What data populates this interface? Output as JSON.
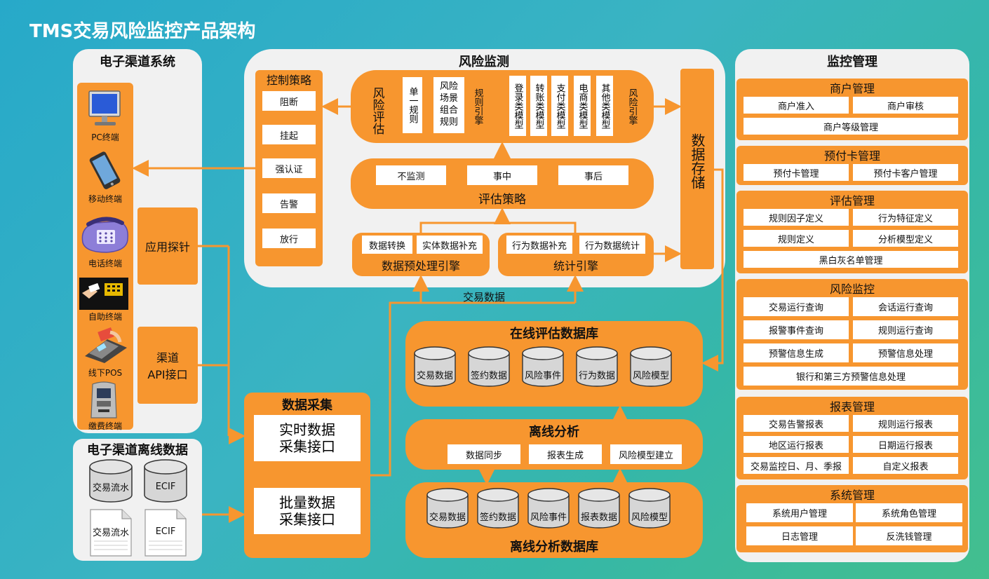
{
  "page": {
    "title": "TMS交易风险监控产品架构"
  },
  "channel": {
    "title": "电子渠道系统",
    "terminals": [
      "PC终端",
      "移动终端",
      "电话终端",
      "自助终端",
      "线下POS",
      "缴费终端"
    ],
    "probe": "应用探针",
    "api_line1": "渠道",
    "api_line2": "API接口"
  },
  "offline_data": {
    "title": "电子渠道离线数据",
    "dbs": [
      "交易流水",
      "ECIF"
    ],
    "files": [
      "交易流水",
      "ECIF"
    ]
  },
  "risk_monitor": {
    "title": "风险监测",
    "control_strategy": {
      "title": "控制策略",
      "items": [
        "阻断",
        "挂起",
        "强认证",
        "告警",
        "放行"
      ]
    },
    "evaluation": "风险评估",
    "rules": [
      "单一规则",
      "风险场景组合规则"
    ],
    "rule_engine": "规则引擎",
    "models": [
      "登录类模型",
      "转账类模型",
      "支付类模型",
      "电商类模型",
      "其他类模型"
    ],
    "risk_engine": "风险引擎",
    "strategy": {
      "title": "评估策略",
      "items": [
        "不监测",
        "事中",
        "事后"
      ]
    },
    "preprocess": {
      "title": "数据预处理引擎",
      "items": [
        "数据转换",
        "实体数据补充"
      ]
    },
    "stats": {
      "title": "统计引擎",
      "items": [
        "行为数据补充",
        "行为数据统计"
      ]
    },
    "storage": "数据存储"
  },
  "trade_data_label": "交易数据",
  "collection": {
    "title": "数据采集",
    "realtime_line1": "实时数据",
    "realtime_line2": "采集接口",
    "batch_line1": "批量数据",
    "batch_line2": "采集接口"
  },
  "online_db": {
    "title": "在线评估数据库",
    "items": [
      "交易数据",
      "签约数据",
      "风险事件",
      "行为数据",
      "风险模型"
    ]
  },
  "offline_analysis": {
    "title": "离线分析",
    "items": [
      "数据同步",
      "报表生成",
      "风险模型建立"
    ]
  },
  "offline_db": {
    "title": "离线分析数据库",
    "items": [
      "交易数据",
      "签约数据",
      "风险事件",
      "报表数据",
      "风险模型"
    ]
  },
  "mgmt": {
    "title": "监控管理",
    "groups": [
      {
        "title": "商户管理",
        "items": [
          "商户准入",
          "商户审核",
          "商户等级管理"
        ]
      },
      {
        "title": "预付卡管理",
        "items": [
          "预付卡管理",
          "预付卡客户管理"
        ]
      },
      {
        "title": "评估管理",
        "items": [
          "规则因子定义",
          "行为特征定义",
          "规则定义",
          "分析模型定义",
          "黑白灰名单管理"
        ]
      },
      {
        "title": "风险监控",
        "items": [
          "交易运行查询",
          "会话运行查询",
          "报警事件查询",
          "规则运行查询",
          "预警信息生成",
          "预警信息处理",
          "银行和第三方预警信息处理"
        ]
      },
      {
        "title": "报表管理",
        "items": [
          "交易告警报表",
          "规则运行报表",
          "地区运行报表",
          "日期运行报表",
          "交易监控日、月、季报",
          "自定义报表"
        ]
      },
      {
        "title": "系统管理",
        "items": [
          "系统用户管理",
          "系统角色管理",
          "日志管理",
          "反洗钱管理"
        ]
      }
    ]
  },
  "colors": {
    "orange": "#f7962f",
    "panel": "#f1f1f1",
    "arrow": "#f7962f"
  }
}
